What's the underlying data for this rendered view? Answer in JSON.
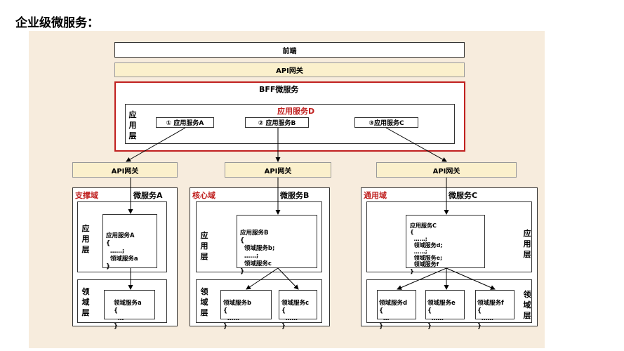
{
  "title": "企业级微服务：",
  "frontend": "前端",
  "top_gateway": "API网关",
  "bff": {
    "title": "BFF微服务",
    "layer_label": "应用层",
    "service_d": "应用服务D",
    "items": [
      "① 应用服务A",
      "② 应用服务B",
      "③应用服务C"
    ]
  },
  "gateways": [
    "API网关",
    "API网关",
    "API网关"
  ],
  "domains": [
    {
      "domain_label": "支撑域",
      "service_label": "微服务A",
      "app_layer_label": "应用层",
      "domain_layer_label": "领域层",
      "app_service": [
        "应用服务A",
        "{",
        "  ……;",
        "  领域服务a",
        "}"
      ],
      "domain_services": [
        [
          "领域服务a",
          "{",
          "  …",
          "}"
        ]
      ]
    },
    {
      "domain_label": "核心域",
      "service_label": "微服务B",
      "app_layer_label": "应用层",
      "domain_layer_label": "领域层",
      "app_service": [
        "应用服务B",
        "{",
        "  领域服务b;",
        "  ……;",
        "  领域服务c",
        "}"
      ],
      "domain_services": [
        [
          "领域服务b",
          "{",
          "  ……",
          "}"
        ],
        [
          "领域服务c",
          "{",
          "  ……",
          "}"
        ]
      ]
    },
    {
      "domain_label": "通用域",
      "service_label": "微服务C",
      "app_layer_label": "应用层",
      "domain_layer_label": "领域层",
      "app_service": [
        "应用服务C",
        "{",
        "  ……;",
        "  领域服务d;",
        "  ……;",
        "  领域服务e;",
        "  领域服务f",
        "}"
      ],
      "domain_services": [
        [
          "领域服务d",
          "{",
          "  …",
          "}"
        ],
        [
          "领域服务e",
          "{",
          "  ……",
          "}"
        ],
        [
          "领域服务f",
          "{",
          "  ……",
          "}"
        ]
      ]
    }
  ],
  "colors": {
    "accent_red": "#c0201f",
    "gateway_fill": "#fbf0cc",
    "background": "#f7ecdd"
  }
}
